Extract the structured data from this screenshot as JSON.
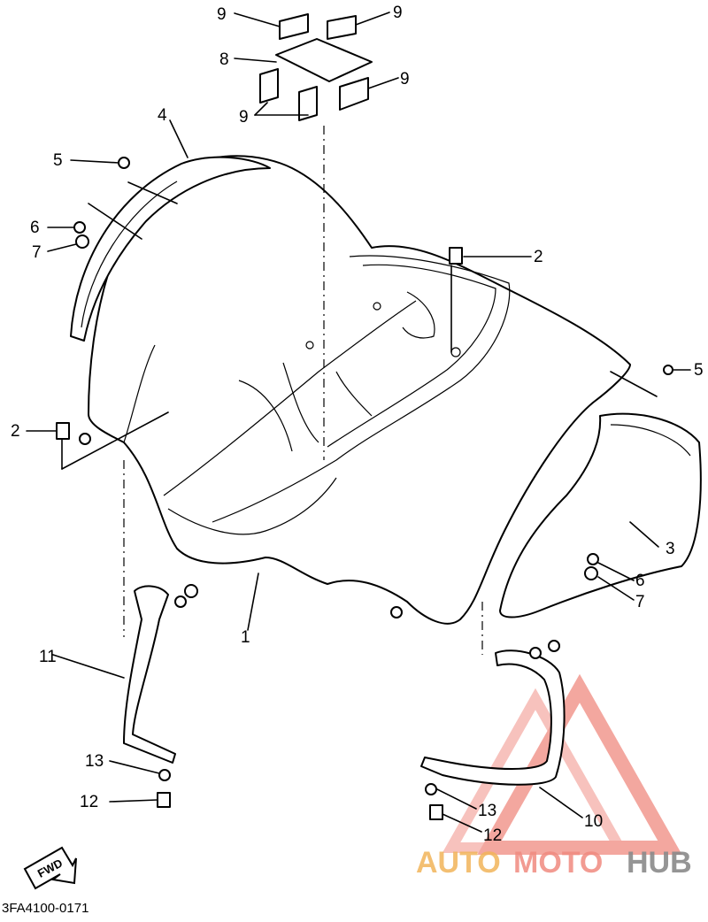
{
  "diagram": {
    "callouts": [
      {
        "id": "c9a",
        "text": "9"
      },
      {
        "id": "c9b",
        "text": "9"
      },
      {
        "id": "c8",
        "text": "8"
      },
      {
        "id": "c9c",
        "text": "9"
      },
      {
        "id": "c9d",
        "text": "9"
      },
      {
        "id": "c4",
        "text": "4"
      },
      {
        "id": "c5a",
        "text": "5"
      },
      {
        "id": "c6a",
        "text": "6"
      },
      {
        "id": "c7a",
        "text": "7"
      },
      {
        "id": "c2a",
        "text": "2"
      },
      {
        "id": "c2b",
        "text": "2"
      },
      {
        "id": "c5b",
        "text": "5"
      },
      {
        "id": "c3",
        "text": "3"
      },
      {
        "id": "c6b",
        "text": "6"
      },
      {
        "id": "c7b",
        "text": "7"
      },
      {
        "id": "c1",
        "text": "1"
      },
      {
        "id": "c11",
        "text": "11"
      },
      {
        "id": "c13a",
        "text": "13"
      },
      {
        "id": "c12a",
        "text": "12"
      },
      {
        "id": "c13b",
        "text": "13"
      },
      {
        "id": "c12b",
        "text": "12"
      },
      {
        "id": "c10",
        "text": "10"
      }
    ],
    "fwd_label": "FWD",
    "part_code": "3FA4100-0171"
  },
  "watermark": {
    "brand_a": "AUTO",
    "brand_b": "MOTO",
    "brand_c": "HUB",
    "color_primary": "#f08a80",
    "color_hub": "#8a8a8a",
    "color_auto": "#f2b45a"
  }
}
